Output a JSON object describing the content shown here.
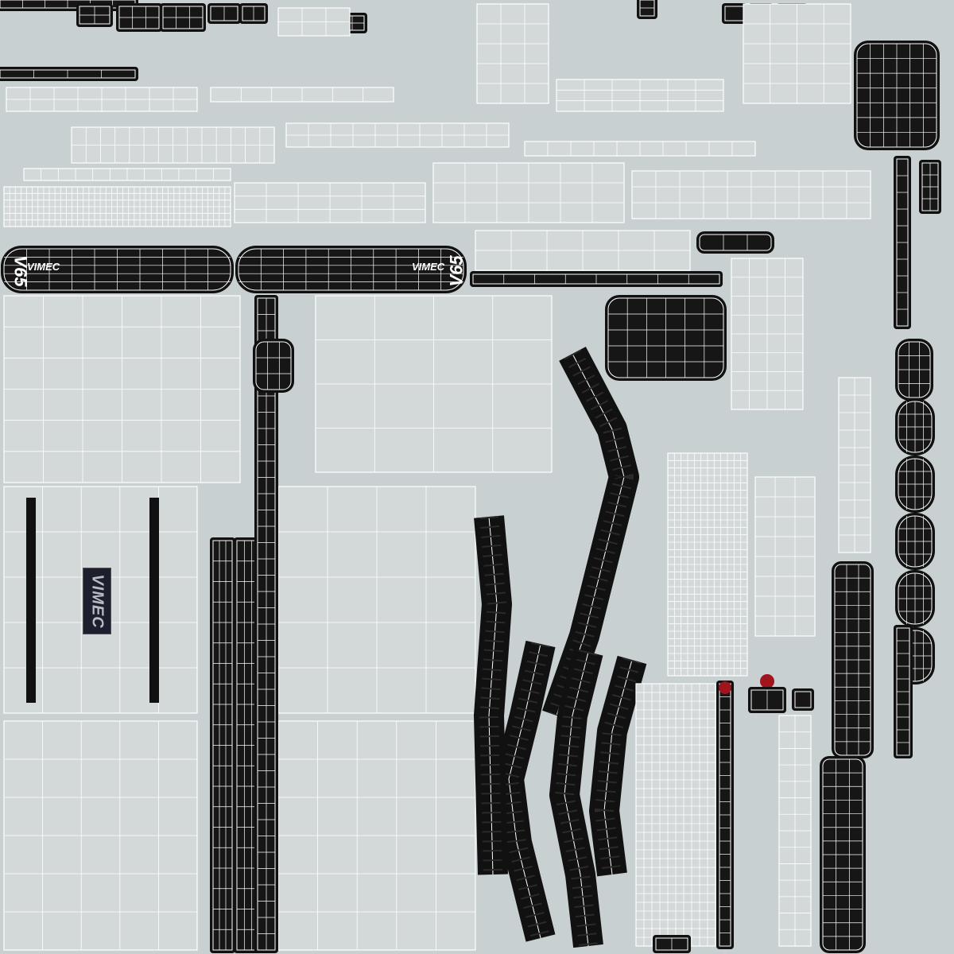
{
  "texture": {
    "model_label_left": "V65",
    "model_label_right": "V65",
    "brand_left": "VIMEC",
    "brand_right": "VIMEC",
    "brand_plate": "VIMEC"
  },
  "colors": {
    "background": "#c8d0d1",
    "island_fill": "#111111",
    "wire": "#ffffff",
    "accent_red": "#a0141e"
  }
}
